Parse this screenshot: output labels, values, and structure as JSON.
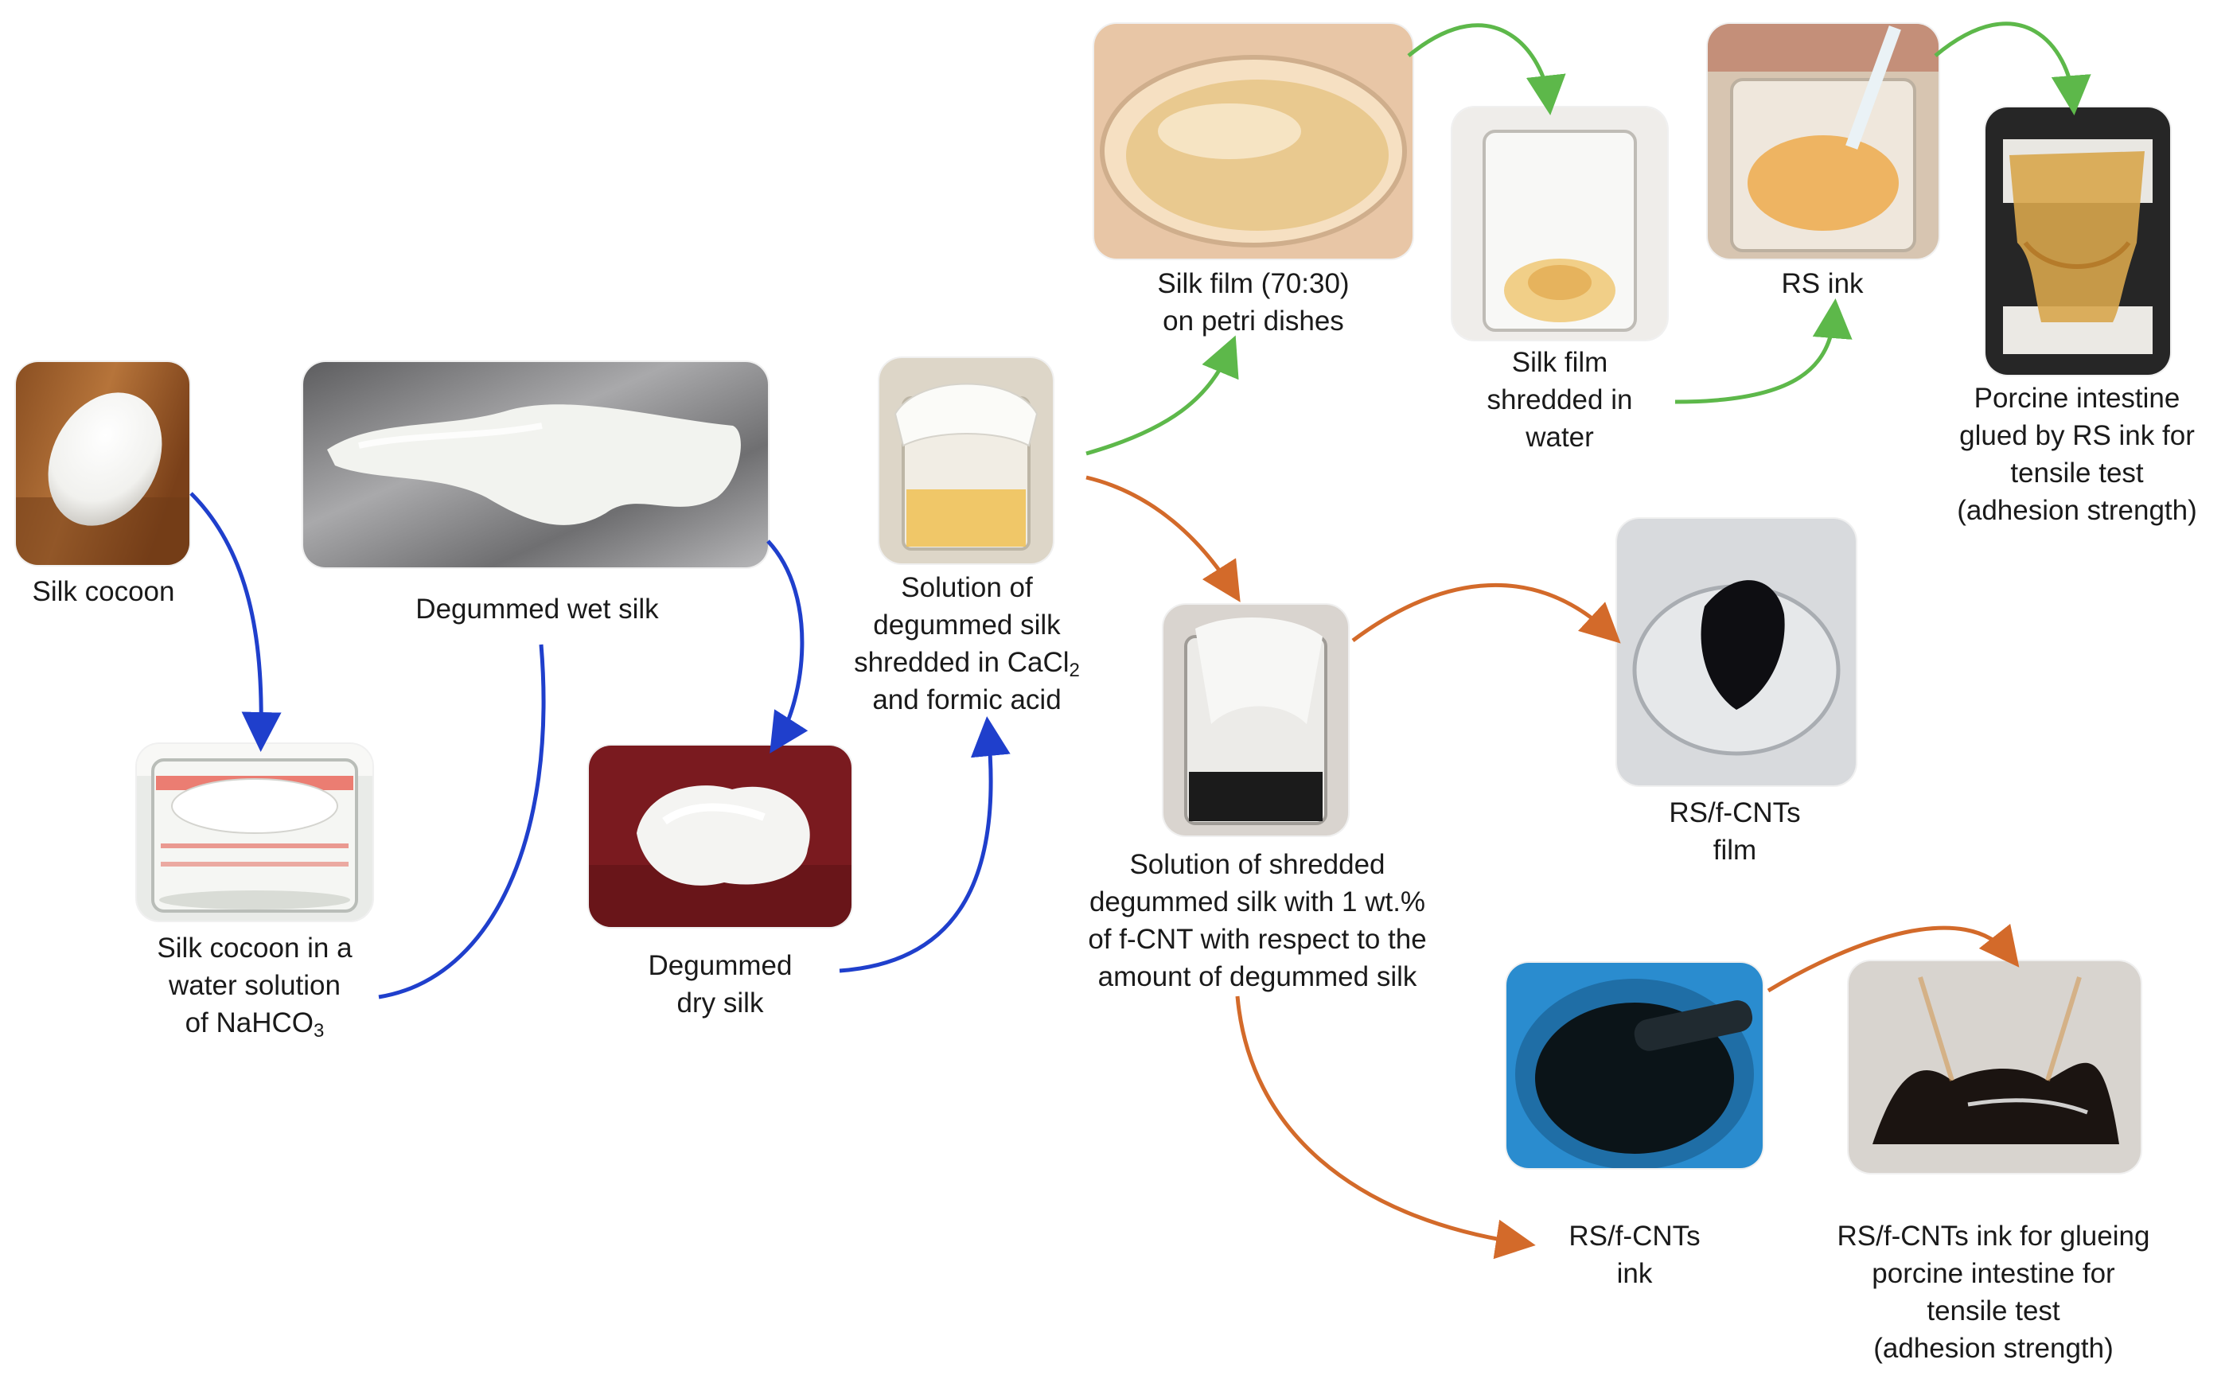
{
  "colors": {
    "blue_arrow": "#1f3fcc",
    "green_arrow": "#5db84a",
    "orange_arrow": "#d36a2a"
  },
  "steps": {
    "silk_cocoon": {
      "lines": [
        "Silk cocoon"
      ],
      "icon": "cocoon-photo"
    },
    "cocoon_in_solution": {
      "lines": [
        "Silk cocoon in a",
        "water solution"
      ],
      "last_prefix": "of  NaHCO",
      "last_sub": "3",
      "icon": "beaker-photo"
    },
    "degummed_wet_silk": {
      "lines": [
        "Degummed wet silk"
      ],
      "icon": "wet-silk-photo"
    },
    "degummed_dry_silk": {
      "lines": [
        "Degummed",
        "dry silk"
      ],
      "icon": "dry-silk-photo"
    },
    "solution_cacl2": {
      "lines": [
        "Solution of",
        "degummed silk"
      ],
      "cacl_prefix": "shredded in CaCl",
      "cacl_sub": "2",
      "last": "and formic acid",
      "icon": "beaker-photo"
    },
    "silk_film_petri": {
      "lines": [
        "Silk film (70:30)",
        "on petri dishes"
      ],
      "icon": "petri-dish-photo"
    },
    "silk_film_shredded": {
      "lines": [
        "Silk film",
        "shredded in",
        "water"
      ],
      "icon": "beaker-photo"
    },
    "rs_ink": {
      "lines": [
        "RS ink"
      ],
      "icon": "beaker-photo"
    },
    "porcine_rs_test": {
      "lines": [
        "Porcine intestine",
        "glued by RS ink for",
        "tensile test",
        "(adhesion strength)"
      ],
      "icon": "tensile-test-photo"
    },
    "solution_fcnt": {
      "lines": [
        "Solution of shredded",
        "degummed silk with 1 wt.%",
        "of f-CNT with respect to the",
        "amount of degummed silk"
      ],
      "icon": "beaker-photo"
    },
    "rs_fcnt_film": {
      "lines": [
        "RS/f-CNTs",
        "film"
      ],
      "icon": "petri-dish-photo"
    },
    "rs_fcnt_ink": {
      "lines": [
        "RS/f-CNTs",
        "ink"
      ],
      "icon": "beaker-photo"
    },
    "rs_fcnt_glue": {
      "lines": [
        "RS/f-CNTs ink for glueing",
        "porcine intestine for",
        "tensile test",
        "(adhesion strength)"
      ],
      "icon": "tensile-test-photo"
    }
  }
}
